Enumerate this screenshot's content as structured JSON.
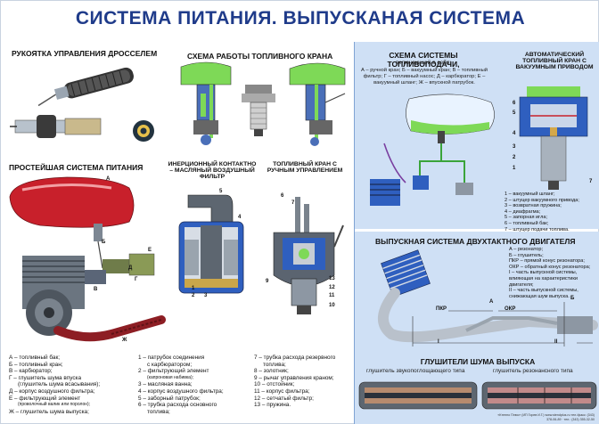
{
  "title": "СИСТЕМА ПИТАНИЯ. ВЫПУСКАНАЯ СИСТЕМА",
  "sections": {
    "throttle": "РУКОЯТКА УПРАВЛЕНИЯ ДРОССЕЛЕМ",
    "fuel_cock_scheme": "СХЕМА РАБОТЫ ТОПЛИВНОГО КРАНА",
    "simple_system": "ПРОСТЕЙШАЯ СИСТЕМА ПИТАНИЯ",
    "air_filter": "ИНЕРЦИОННЫЙ КОНТАКТНО – МАСЛЯНЫЙ ВОЗДУШНЫЙ ФИЛЬТР",
    "manual_cock": "ТОПЛИВНЫЙ КРАН С РУЧНЫМ УПРАВЛЕНИЕМ",
    "fuel_supply": "СХЕМА СИСТЕМЫ ТОПЛИВОПОДАЧИ,",
    "fuel_supply_sub": "включающей в себя:",
    "auto_cock": "АВТОМАТИЧЕСКИЙ ТОПЛИВНЫЙ КРАН С ВАКУУМНЫМ ПРИВОДОМ",
    "exhaust_system": "ВЫПУСКНАЯ СИСТЕМА ДВУХТАКТНОГО ДВИГАТЕЛЯ",
    "mufflers": "ГЛУШИТЕЛИ ШУМА ВЫПУСКА",
    "muffler_absorb": "глушитель звукопоглощающего типа",
    "muffler_reson": "глушитель резонансного типа"
  },
  "fuel_supply_desc": "А – ручной кран; Б – вакуумный кран; В – топливный фильтр; Г – топливный насос; Д – карбюратор; Е – вакуумный шланг; Ж – впускной патрубок.",
  "auto_cock_legend": [
    "1 – вакуумный шланг;",
    "2 – штуцер вакуумного привода;",
    "3 – возвратная пружина;",
    "4 – диафрагма;",
    "5 – запорная игла;",
    "6 – топливный бак;",
    "7 – штуцер подачи топлива."
  ],
  "exhaust_legend": [
    "А – резонатор;",
    "Б – глушитель;",
    "ПКР – прямой конус резонатора;",
    "ОКР – обратный конус резонатора;",
    "I – часть выпускной системы, влияющая на характеристики двигателя;",
    "II – часть выпускной системы, снижающая шум выпуска."
  ],
  "simple_legend": [
    {
      "text": "А – топливный бак;"
    },
    {
      "text": "Б – топливный кран;"
    },
    {
      "text": "В – карбюратор;"
    },
    {
      "text": "Г – глушитель шума впуска"
    },
    {
      "text": "(глушитель шума всасывания);",
      "sub": false,
      "indent": true
    },
    {
      "text": "Д – корпус воздушного фильтра;"
    },
    {
      "text": "Е – фильтрующий элемент"
    },
    {
      "text": "(проволочный валик или поролон);",
      "sub": true
    },
    {
      "text": "Ж – глушитель шума выпуска;"
    }
  ],
  "filter_legend": [
    {
      "text": "1 – патрубок соединения"
    },
    {
      "text": "с карбюратором;",
      "indent": true
    },
    {
      "text": "2 – фильтрующий элемент"
    },
    {
      "text": "(капроновая набивка);",
      "sub": true
    },
    {
      "text": "3 – масляная ванна;"
    },
    {
      "text": "4 – корпус воздушного фильтра;"
    },
    {
      "text": "5 – заборный патрубок;"
    },
    {
      "text": "6 – трубка расхода основного"
    },
    {
      "text": "топлива;",
      "indent": true
    }
  ],
  "cock_legend": [
    {
      "text": "7 – трубка расхода резервного"
    },
    {
      "text": "топлива;",
      "indent": true
    },
    {
      "text": "8 – золотник;"
    },
    {
      "text": "9 – рычаг управления краном;"
    },
    {
      "text": "10 – отстойник;"
    },
    {
      "text": "11 – корпус фильтра;"
    },
    {
      "text": "12 – сетчатый фильтр;"
    },
    {
      "text": "13 – пружина."
    }
  ],
  "diagram_labels": {
    "tank_A": "А",
    "cock_B": "Б",
    "carb_V": "В",
    "silencer_G": "Г",
    "filter_D": "Д",
    "element_E": "Е",
    "exhaust_Zh": "Ж",
    "res_A": "А",
    "res_B": "Б",
    "pkr": "ПКР",
    "okr": "ОКР",
    "part_I": "I",
    "part_II": "II"
  },
  "credit": "«Ктенно Плюс» (ИП Горев И.Г.) www.stendplus.ru тел./факс: (343) 378-06-89 · тел.: (343) 355-32-50",
  "colors": {
    "title": "#1f3b8a",
    "panel": "#cfe0f5",
    "fuel_green": "#7ed957",
    "blue_part": "#2f5fbf",
    "tank_red": "#c8202b"
  }
}
